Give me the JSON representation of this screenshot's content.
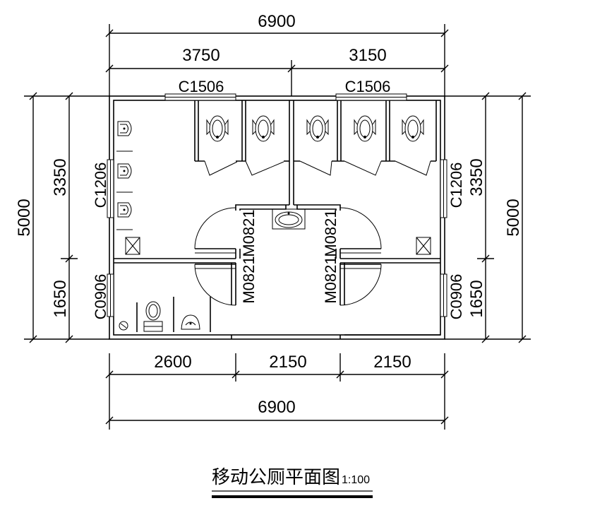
{
  "dimensions": {
    "top_total": "6900",
    "top_left": "3750",
    "top_right": "3150",
    "bottom_left": "2600",
    "bottom_mid": "2150",
    "bottom_right": "2150",
    "bottom_total": "6900",
    "left_total": "5000",
    "left_upper": "3350",
    "left_lower": "1650",
    "right_total": "5000",
    "right_upper": "3350",
    "right_lower": "1650"
  },
  "labels": {
    "window_top_left": "C1506",
    "window_top_right": "C1506",
    "window_left_upper": "C1206",
    "window_left_lower": "C0906",
    "window_right_upper": "C1206",
    "window_right_lower": "C0906",
    "door_left_upper": "M0821",
    "door_left_lower": "M0821",
    "door_right_upper": "M0821",
    "door_right_lower": "M0821"
  },
  "title": {
    "text": "移动公厕平面图",
    "scale": "1:100"
  }
}
